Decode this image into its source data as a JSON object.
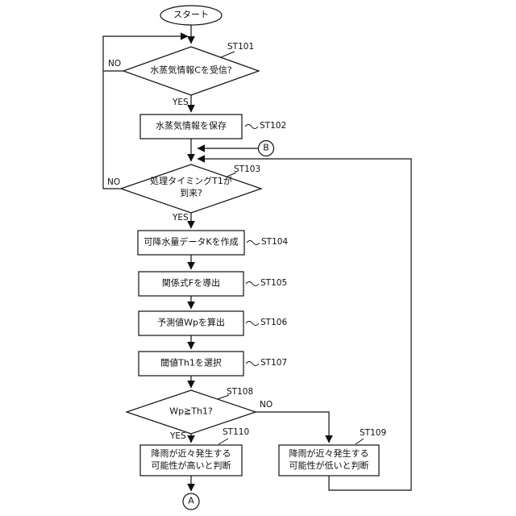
{
  "flowchart": {
    "start": "スタート",
    "connectors": {
      "a": "A",
      "b": "B"
    },
    "branches": {
      "yes": "YES",
      "no": "NO"
    },
    "nodes": {
      "st101": {
        "label": "ST101",
        "text": "水蒸気情報Cを受信?"
      },
      "st102": {
        "label": "ST102",
        "text": "水蒸気情報を保存"
      },
      "st103": {
        "label": "ST103",
        "text": "処理タイミングT1が\n到来?"
      },
      "st104": {
        "label": "ST104",
        "text": "可降水量データKを作成"
      },
      "st105": {
        "label": "ST105",
        "text": "関係式Fを導出"
      },
      "st106": {
        "label": "ST106",
        "text": "予測値Wpを算出"
      },
      "st107": {
        "label": "ST107",
        "text": "閾値Th1を選択"
      },
      "st108": {
        "label": "ST108",
        "text": "Wp≧Th1?"
      },
      "st109": {
        "label": "ST109",
        "text": "降雨が近々発生する\n可能性が低いと判断"
      },
      "st110": {
        "label": "ST110",
        "text": "降雨が近々発生する\n可能性が高いと判断"
      }
    }
  }
}
